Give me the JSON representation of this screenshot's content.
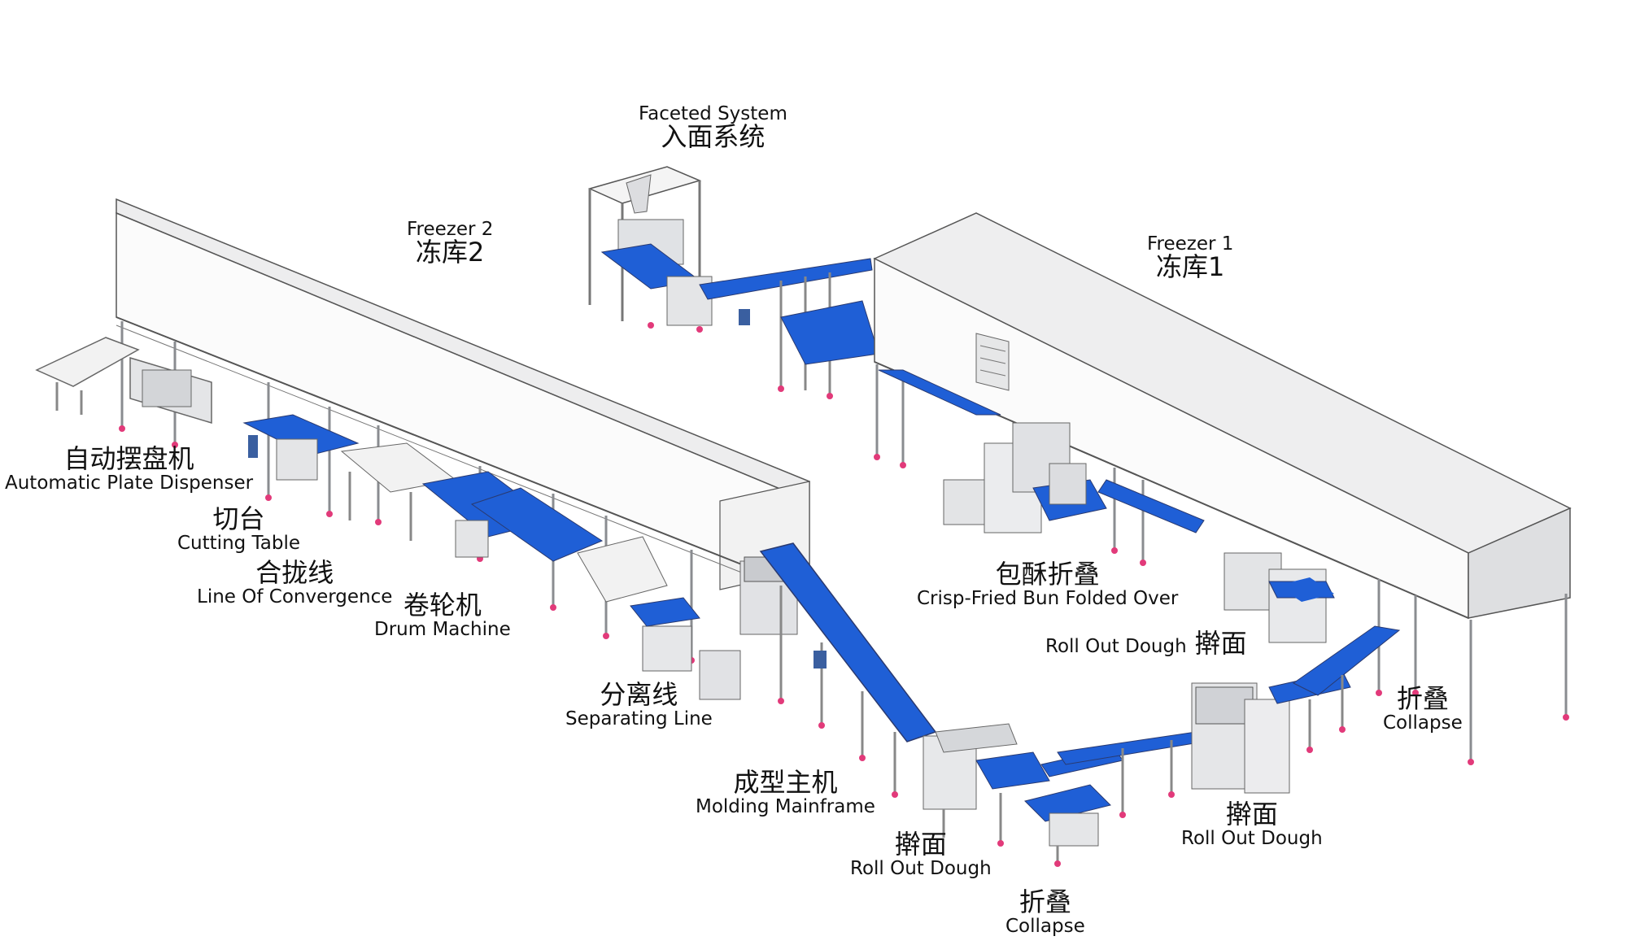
{
  "labels": {
    "faceted_system": {
      "en": "Faceted System",
      "zh": "入面系统"
    },
    "freezer2": {
      "en": "Freezer 2",
      "zh": "冻库2"
    },
    "freezer1": {
      "en": "Freezer 1",
      "zh": "冻库1"
    },
    "plate_dispenser": {
      "zh": "自动摆盘机",
      "en": "Automatic Plate Dispenser"
    },
    "cutting_table": {
      "zh": "切台",
      "en": "Cutting Table"
    },
    "convergence": {
      "zh": "合拢线",
      "en": "Line Of Convergence"
    },
    "drum_machine": {
      "zh": "卷轮机",
      "en": "Drum Machine"
    },
    "crisp_bun": {
      "zh": "包酥折叠",
      "en": "Crisp-Fried Bun Folded Over"
    },
    "roll_out_top": {
      "en": "Roll Out Dough",
      "zh": "擀面"
    },
    "collapse_right": {
      "zh": "折叠",
      "en": "Collapse"
    },
    "separating_line": {
      "zh": "分离线",
      "en": "Separating Line"
    },
    "molding": {
      "zh": "成型主机",
      "en": "Molding Mainframe"
    },
    "roll_out_mid": {
      "zh": "擀面",
      "en": "Roll Out Dough"
    },
    "roll_out_bottom": {
      "zh": "擀面",
      "en": "Roll Out Dough"
    },
    "collapse_bottom": {
      "zh": "折叠",
      "en": "Collapse"
    }
  },
  "colors": {
    "conveyor": "#1f5fd6",
    "frame": "#d8dadd",
    "line": "#5d5f63",
    "feet": "#e23a7a"
  }
}
